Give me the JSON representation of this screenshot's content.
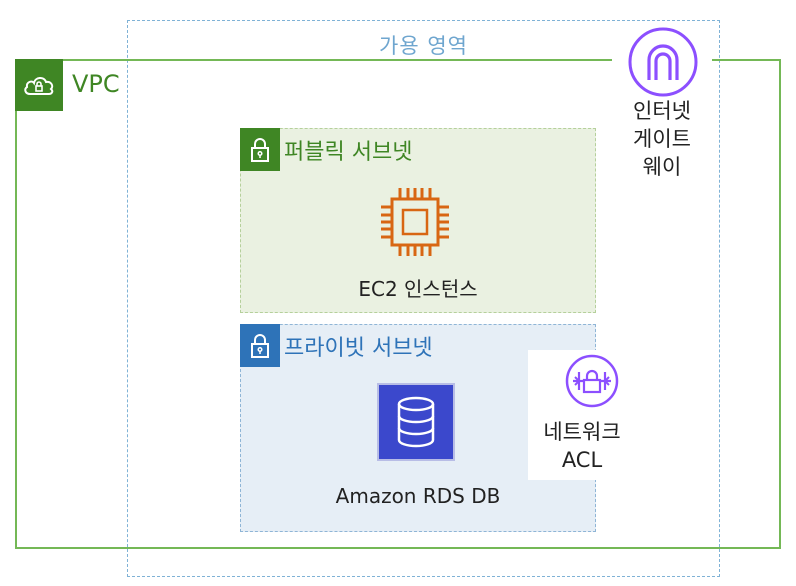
{
  "availability_zone": {
    "label": "가용 영역"
  },
  "vpc": {
    "label": "VPC",
    "icon": "cloud-icon"
  },
  "public_subnet": {
    "label": "퍼블릭 서브넷",
    "icon": "lock-icon",
    "instance": {
      "label": "EC2 인스턴스",
      "icon": "chip-icon"
    }
  },
  "private_subnet": {
    "label": "프라이빗 서브넷",
    "icon": "lock-icon",
    "database": {
      "label": "Amazon RDS DB",
      "icon": "database-icon"
    }
  },
  "internet_gateway": {
    "label_lines": [
      "인터넷",
      "게이트",
      "웨이"
    ],
    "icon": "gateway-arch-icon"
  },
  "network_acl": {
    "label_lines": [
      "네트워크",
      "ACL"
    ],
    "icon": "acl-shield-icon"
  },
  "colors": {
    "vpc_green": "#3f8624",
    "public_subnet_fill": "#eaf1e1",
    "private_blue": "#2e73b8",
    "private_subnet_fill": "#e6eef6",
    "ec2_orange": "#d86613",
    "rds_blue": "#3b48cc",
    "gateway_purple": "#8c4fff",
    "az_dash": "#7fb2d6"
  }
}
